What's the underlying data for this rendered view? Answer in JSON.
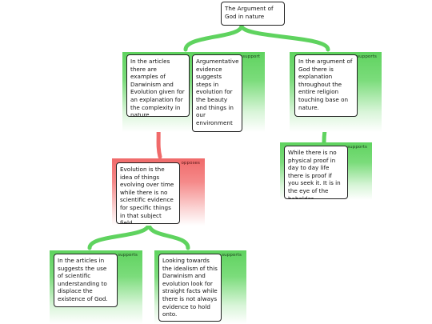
{
  "root": {
    "text": "The Argument of God in nature"
  },
  "nodes": {
    "n1": {
      "text": "In the articles there are examples of Darwinism and Evolution given for an explanation for the complexity in nature.",
      "relation": "support"
    },
    "n2": {
      "text": "Argumentative evidence suggests steps in evolution for the beauty and things in our environment",
      "relation": "support"
    },
    "n3": {
      "text": "In the argument of God there is explanation throughout the entire religion touching base on nature.",
      "relation": "supports"
    },
    "n4": {
      "text": "While there is no physical proof in day to day life there is proof if you seek it. It is in the eye of the beholder.",
      "relation": "supports"
    },
    "n5": {
      "text": "Evolution is the idea of things evolving over time while there is no scientific evidence for specific things in that subject field.",
      "relation": "opposes"
    },
    "n6": {
      "text": "In the articles in suggests the use of scientific understanding to displace the existence of God.",
      "relation": "supports"
    },
    "n7": {
      "text": "Looking towards the idealism of this Darwinism and evolution look for straight facts while there is not always evidence to hold onto.",
      "relation": "supports"
    }
  },
  "colors": {
    "support": "#5fd35f",
    "oppose": "#f06a6a",
    "card_border": "#222222"
  }
}
